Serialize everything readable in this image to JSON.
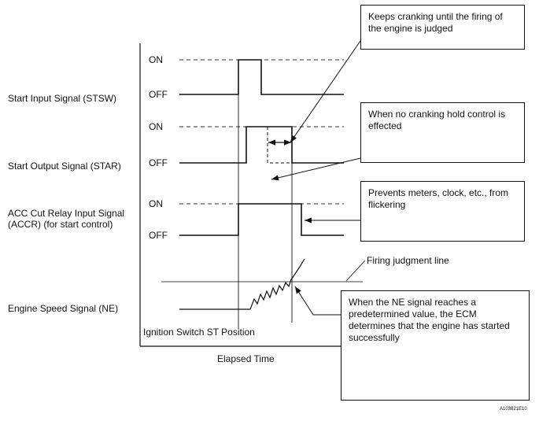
{
  "signals": [
    {
      "name": "Start Input Signal (STSW)",
      "on": "ON",
      "off": "OFF"
    },
    {
      "name": "Start Output Signal (STAR)",
      "on": "ON",
      "off": "OFF"
    },
    {
      "name": "ACC Cut Relay Input Signal (ACCR) (for start control)",
      "on": "ON",
      "off": "OFF"
    },
    {
      "name": "Engine Speed Signal (NE)"
    }
  ],
  "notes": {
    "cranking": "Keeps cranking until the firing of the engine is judged",
    "no_hold": "When no cranking hold control is effected",
    "meters": "Prevents meters, clock, etc., from flickering",
    "ne_reach": "When the NE signal reaches a predetermined value, the ECM determines that the engine has started successfully"
  },
  "labels": {
    "firing_line": "Firing judgment line",
    "ignition": "Ignition Switch ST Position",
    "x_axis": "Elapsed Time",
    "figure_code": "A103821E10"
  }
}
